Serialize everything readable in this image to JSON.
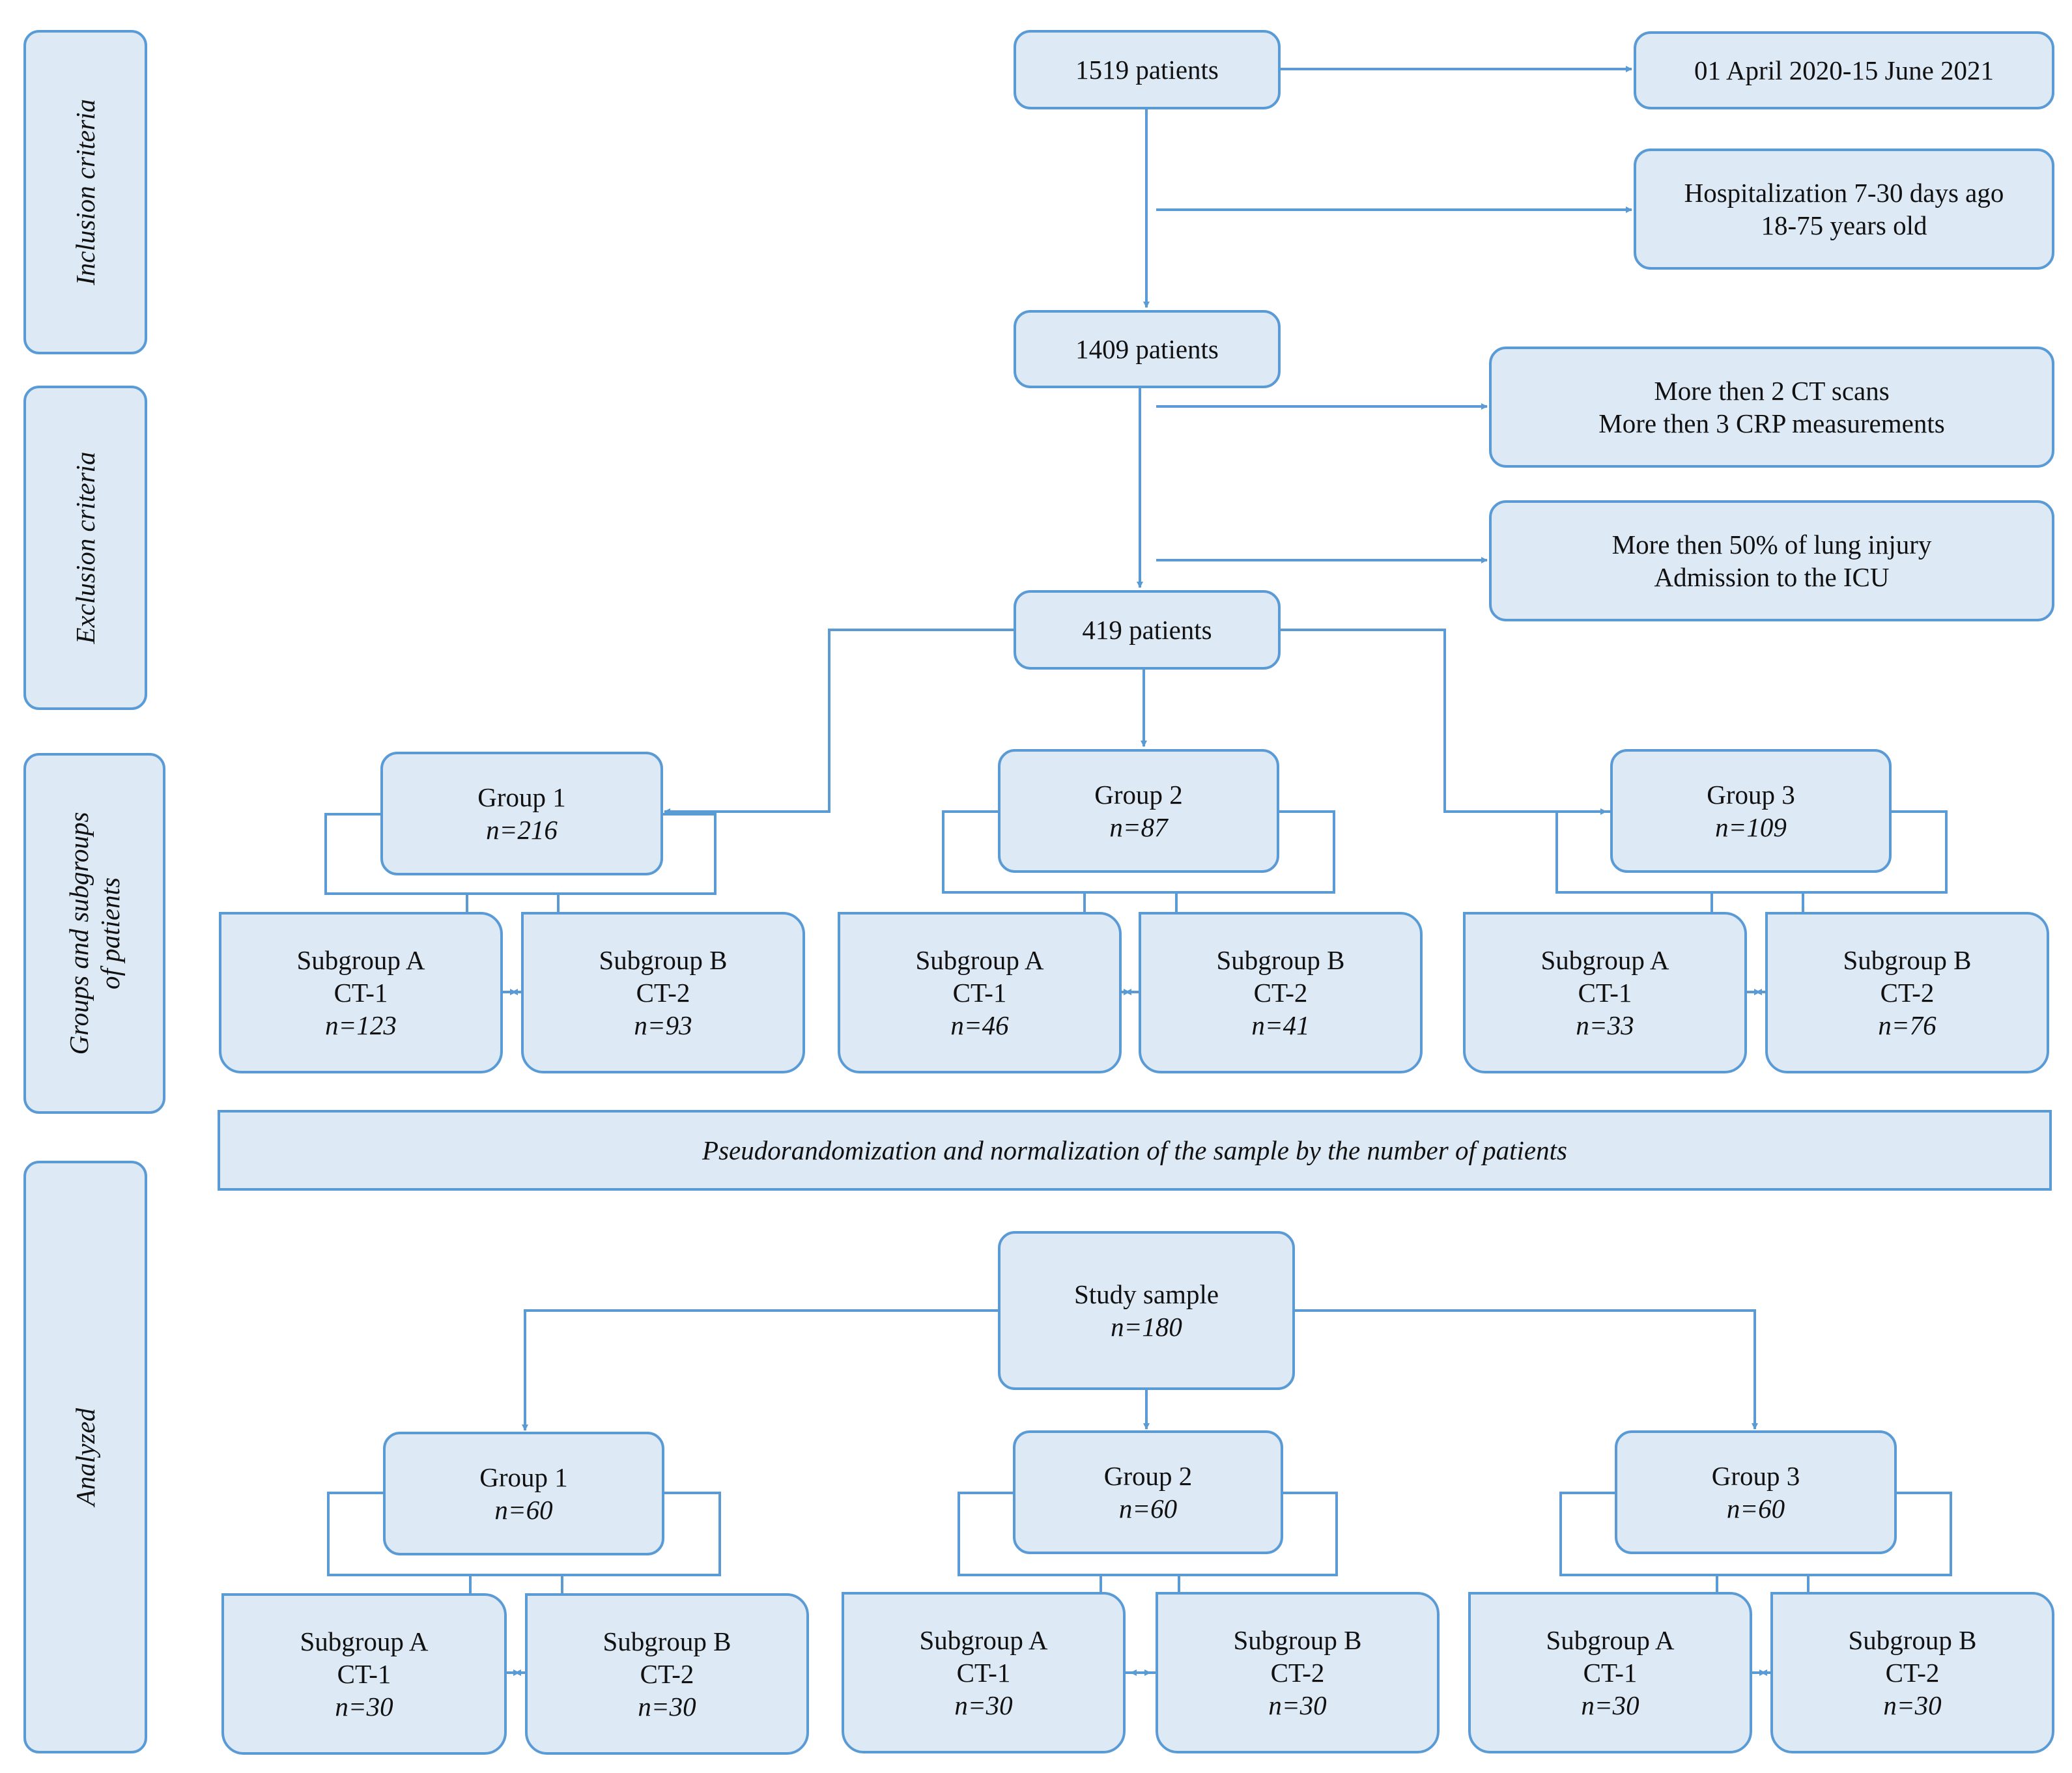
{
  "phases": {
    "inclusion": "Inclusion criteria",
    "exclusion": "Exclusion criteria",
    "groups_line1": "Groups and subgroups",
    "groups_line2": "of patients",
    "analyzed": "Analyzed"
  },
  "flow": {
    "total": "1519 patients",
    "period": "01 April 2020-15 June 2021",
    "inclusion_line1": "Hospitalization 7-30 days ago",
    "inclusion_line2": "18-75 years old",
    "after_inclusion": "1409 patients",
    "exclusion1_line1": "More then 2 CT scans",
    "exclusion1_line2": "More then 3 CRP measurements",
    "exclusion2_line1": "More then 50% of lung injury",
    "exclusion2_line2": "Admission to the ICU",
    "after_exclusion": "419 patients"
  },
  "groups": [
    {
      "title": "Group 1",
      "n": "n=216",
      "subA": {
        "title": "Subgroup A",
        "ct": "CT-1",
        "n": "n=123"
      },
      "subB": {
        "title": "Subgroup B",
        "ct": "CT-2",
        "n": "n=93"
      }
    },
    {
      "title": "Group 2",
      "n": "n=87",
      "subA": {
        "title": "Subgroup A",
        "ct": "CT-1",
        "n": "n=46"
      },
      "subB": {
        "title": "Subgroup B",
        "ct": "CT-2",
        "n": "n=41"
      }
    },
    {
      "title": "Group 3",
      "n": "n=109",
      "subA": {
        "title": "Subgroup A",
        "ct": "CT-1",
        "n": "n=33"
      },
      "subB": {
        "title": "Subgroup B",
        "ct": "CT-2",
        "n": "n=76"
      }
    }
  ],
  "banner": "Pseudorandomization and normalization of the sample by the number of patients",
  "study_sample": {
    "title": "Study sample",
    "n": "n=180"
  },
  "analyzed_groups": [
    {
      "title": "Group 1",
      "n": "n=60",
      "subA": {
        "title": "Subgroup A",
        "ct": "CT-1",
        "n": "n=30"
      },
      "subB": {
        "title": "Subgroup B",
        "ct": "CT-2",
        "n": "n=30"
      }
    },
    {
      "title": "Group 2",
      "n": "n=60",
      "subA": {
        "title": "Subgroup A",
        "ct": "CT-1",
        "n": "n=30"
      },
      "subB": {
        "title": "Subgroup B",
        "ct": "CT-2",
        "n": "n=30"
      }
    },
    {
      "title": "Group 3",
      "n": "n=60",
      "subA": {
        "title": "Subgroup A",
        "ct": "CT-1",
        "n": "n=30"
      },
      "subB": {
        "title": "Subgroup B",
        "ct": "CT-2",
        "n": "n=30"
      }
    }
  ],
  "colors": {
    "fill": "#dde9f5",
    "stroke": "#5b9bd5",
    "text": "#111111"
  }
}
